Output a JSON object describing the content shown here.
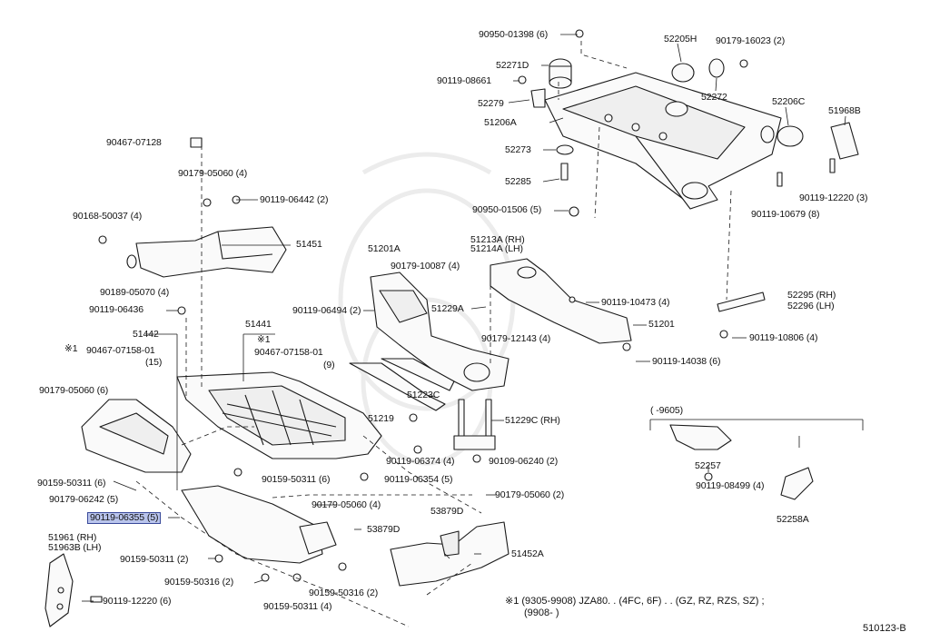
{
  "labels": {
    "p_90950_01398": "90950-01398 (6)",
    "p_52205H": "52205H",
    "p_90179_16023": "90179-16023 (2)",
    "p_52271D": "52271D",
    "p_90119_08661": "90119-08661",
    "p_52272": "52272",
    "p_52279": "52279",
    "p_52206C": "52206C",
    "p_51968B": "51968B",
    "p_51206A": "51206A",
    "p_52273": "52273",
    "p_52285": "52285",
    "p_90119_12220_3": "90119-12220 (3)",
    "p_90950_01506": "90950-01506 (5)",
    "p_90119_10679": "90119-10679 (8)",
    "p_90467_07128": "90467-07128",
    "p_90179_05060_4a": "90179-05060 (4)",
    "p_90119_06442": "90119-06442 (2)",
    "p_90168_50037": "90168-50037 (4)",
    "p_51451": "51451",
    "p_90189_05070": "90189-05070 (4)",
    "p_90119_06436": "90119-06436",
    "p_51201A": "51201A",
    "p_51213A": "51213A (RH)",
    "p_51214A": "51214A (LH)",
    "p_90179_10087": "90179-10087 (4)",
    "p_90119_10473": "90119-10473 (4)",
    "p_52295": "52295 (RH)",
    "p_52296": "52296 (LH)",
    "p_90119_06494": "90119-06494 (2)",
    "p_51229A": "51229A",
    "p_51201": "51201",
    "p_90119_10806": "90119-10806 (4)",
    "p_51442": "51442",
    "p_51441": "51441",
    "p_star1_a": "※1",
    "p_star1_b": "※1",
    "p_90467_07158_a": "90467-07158-01",
    "p_qty15": "(15)",
    "p_90467_07158_b": "90467-07158-01",
    "p_qty9": "(9)",
    "p_90179_12143": "90179-12143 (4)",
    "p_90119_14038": "90119-14038 (6)",
    "p_90179_05060_6": "90179-05060 (6)",
    "p_51223C": "51223C",
    "p_51219": "51219",
    "p_51229C": "51229C (RH)",
    "p_range": "(       -9605)",
    "p_52257": "52257",
    "p_90119_08499": "90119-08499 (4)",
    "p_52258A": "52258A",
    "p_90159_50311_6a": "90159-50311 (6)",
    "p_90159_50311_6b": "90159-50311 (6)",
    "p_90119_06354": "90119-06354 (5)",
    "p_90119_06374": "90119-06374 (4)",
    "p_90109_06240": "90109-06240 (2)",
    "p_90179_06242": "90179-06242 (5)",
    "p_90179_05060_4b": "90179-05060 (4)",
    "p_90179_05060_2": "90179-05060 (2)",
    "p_90119_06355": "90119-06355 (5)",
    "p_53879D_a": "53879D",
    "p_53879D_b": "53879D",
    "p_51961": "51961  (RH)",
    "p_51963B": "51963B (LH)",
    "p_90159_50311_2": "90159-50311 (2)",
    "p_51452A": "51452A",
    "p_90159_50316_2a": "90159-50316 (2)",
    "p_90159_50316_2b": "90159-50316 (2)",
    "p_90159_50311_4": "90159-50311 (4)",
    "p_90119_12220_6": "90119-12220 (6)"
  },
  "footnote": {
    "line1": "※1 (9305-9908) JZA80. . (4FC, 6F) . . (GZ, RZ, RZS, SZ) ;",
    "line2": "(9908-          )"
  },
  "diagram_code": "510123-B",
  "highlighted_part": "90119-06355 (5)",
  "colors": {
    "highlight_fill": "#b9c4ec",
    "highlight_border": "#3a4a9a",
    "line": "#1a1a1a"
  }
}
